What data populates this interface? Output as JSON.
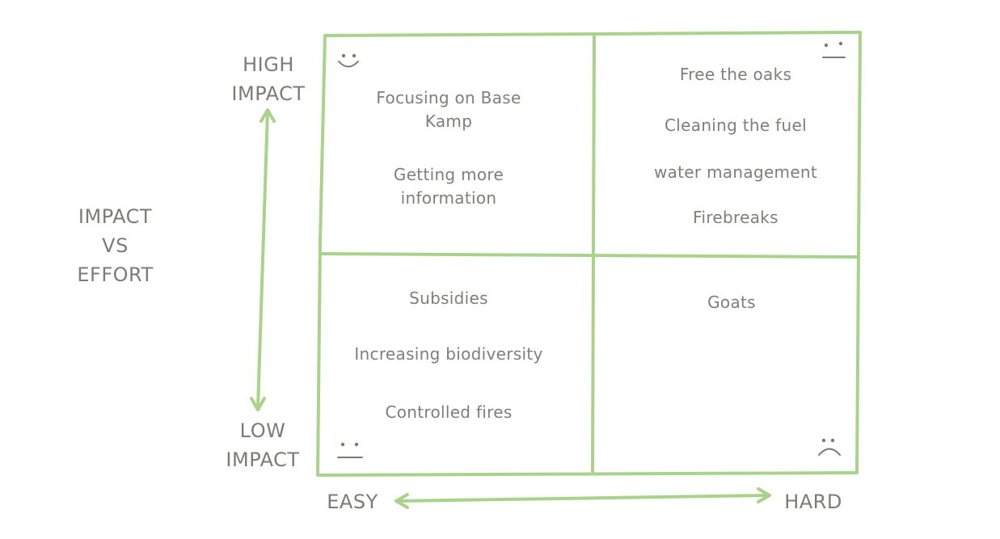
{
  "title": [
    "IMPACT",
    "VS",
    "EFFORT"
  ],
  "axes": {
    "high_impact": [
      "HIGH",
      "IMPACT"
    ],
    "low_impact": [
      "LOW",
      "IMPACT"
    ],
    "easy": "EASY",
    "hard": "HARD"
  },
  "quadrants": {
    "top_left": {
      "face": "smile-icon",
      "items": [
        "Focusing on Base Kamp",
        "Getting more information"
      ]
    },
    "top_right": {
      "face": "neutral-face-icon",
      "items": [
        "Free the oaks",
        "Cleaning the fuel",
        "water management",
        "Firebreaks"
      ]
    },
    "bottom_left": {
      "face": "neutral-face-icon",
      "items": [
        "Subsidies",
        "Increasing biodiversity",
        "Controlled fires"
      ]
    },
    "bottom_right": {
      "face": "frown-icon",
      "items": [
        "Goats"
      ]
    }
  },
  "colors": {
    "line": "#a9d28b",
    "text": "#7c7c74"
  }
}
